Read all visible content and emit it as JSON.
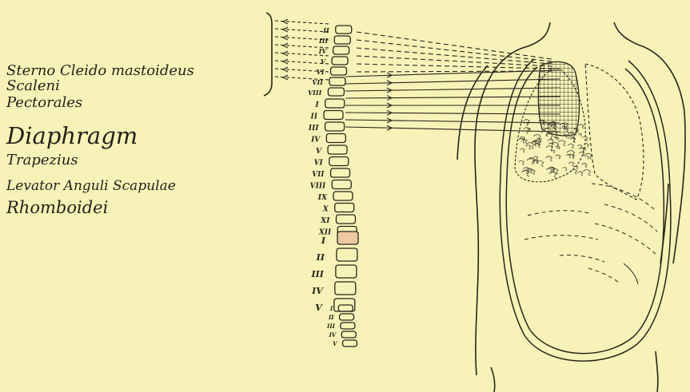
{
  "muscles": [
    "Sterno Cleido mastoideus",
    "Scaleni",
    "Pectorales",
    "Diaphragm",
    "Trapezius",
    "Levator Anguli Scapulae",
    "Rhomboidei"
  ],
  "cervical_numerals": [
    "II",
    "III",
    "IV",
    "V",
    "VI",
    "VII",
    "VIII"
  ],
  "thoracic_numerals": [
    "I",
    "II",
    "III",
    "IV",
    "V",
    "VI",
    "VII",
    "VIII",
    "IX",
    "X",
    "XI",
    "XII"
  ],
  "lumbar_numerals": [
    "I",
    "II",
    "III",
    "IV",
    "V"
  ],
  "sacral_numerals": [
    "I",
    "II",
    "III",
    "IV",
    "V"
  ],
  "colors": {
    "paper": "#f7f3b8",
    "ink": "#2a2418",
    "heart_shade": "#7a7266",
    "highlight_vertebra": "#ecc9a0"
  }
}
